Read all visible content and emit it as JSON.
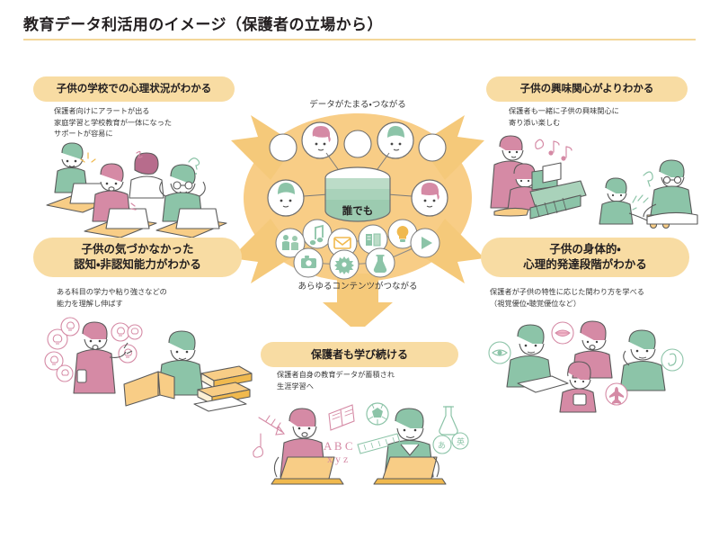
{
  "header": {
    "title": "教育データ利活用のイメージ（保護者の立場から）",
    "rule_color": "#f3d79a"
  },
  "theme": {
    "amber": "#f5c97a",
    "amber_light": "#f8dca3",
    "green": "#8cc4a8",
    "pink": "#d58aa5",
    "ink": "#231f20"
  },
  "hub": {
    "caption_top": "データがたまる・つながる",
    "caption_bottom": "あらゆるコンテンツがつながる",
    "center_label": "誰でも",
    "database_icon": "database-cylinder-icon",
    "person_bubbles": [
      "person-bubble-pink-1",
      "person-bubble-green-1",
      "person-bubble-green-2",
      "person-bubble-pink-2",
      "empty-bubble-1",
      "empty-bubble-2",
      "empty-bubble-3"
    ],
    "content_icons": [
      "music-note-icon",
      "lightbulb-icon",
      "people-group-icon",
      "envelope-icon",
      "open-book-icon",
      "play-button-icon",
      "camera-icon",
      "gear-icon",
      "flask-icon"
    ],
    "arrow_directions": [
      "up-left",
      "up-right",
      "down-left",
      "down-right",
      "down"
    ]
  },
  "sections": [
    {
      "id": "school-psych",
      "label": "子供の学校での心理状況がわかる",
      "description": "保護者向けにアラートが出る\n家庭学習と学校教育が一体になった\nサポートが容易に",
      "illustration": "children-at-laptops-classroom"
    },
    {
      "id": "interests",
      "label": "子供の興味関心がよりわかる",
      "description": "保護者も一緒に子供の興味関心に\n寄り添い楽しむ",
      "illustration": "parent-piano-and-toy-car"
    },
    {
      "id": "cognitive",
      "label": "子供の気づかなかった\n認知・非認知能力がわかる",
      "description": "ある科目の学力や粘り強さなどの\n能力を理解し伸ばす",
      "illustration": "girl-ideas-and-boy-reading-books"
    },
    {
      "id": "development",
      "label": "子供の身体的・\n心理的発達段階がわかる",
      "description": "保護者が子供の特性に応じた関わり方を学べる\n（視覚優位・聴覚優位など）",
      "illustration": "children-with-sense-icons"
    },
    {
      "id": "parent-learning",
      "label": "保護者も学び続ける",
      "description": "保護者自身の教育データが蓄積され\n生涯学習へ",
      "illustration": "adults-with-laptops-learning"
    }
  ]
}
